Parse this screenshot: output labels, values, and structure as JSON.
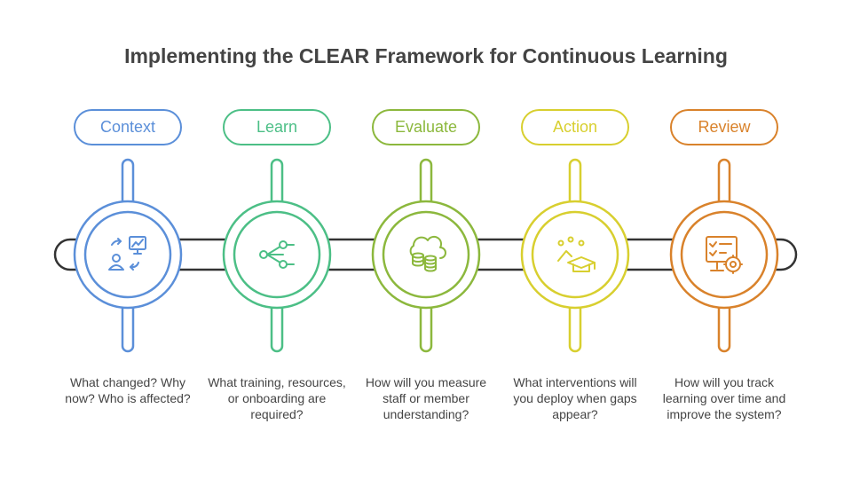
{
  "title": "Implementing the CLEAR Framework for Continuous Learning",
  "colors": {
    "track": "#333333",
    "context": "#5b8fd9",
    "learn": "#4cbf86",
    "evaluate": "#8cb83d",
    "action": "#d8cf2f",
    "review": "#d9822b"
  },
  "steps": [
    {
      "label": "Context",
      "description": "What changed? Why now? Who is affected?",
      "icon": "analytics-presentation-icon",
      "color": "#5b8fd9"
    },
    {
      "label": "Learn",
      "description": "What training, resources, or onboarding are required?",
      "icon": "network-share-icon",
      "color": "#4cbf86"
    },
    {
      "label": "Evaluate",
      "description": "How will you measure staff or member understanding?",
      "icon": "cloud-database-icon",
      "color": "#8cb83d"
    },
    {
      "label": "Action",
      "description": "What interventions will you deploy when gaps appear?",
      "icon": "graduation-cap-icon",
      "color": "#d8cf2f"
    },
    {
      "label": "Review",
      "description": "How will you track learning over time and improve the system?",
      "icon": "checklist-gear-icon",
      "color": "#d9822b"
    }
  ]
}
